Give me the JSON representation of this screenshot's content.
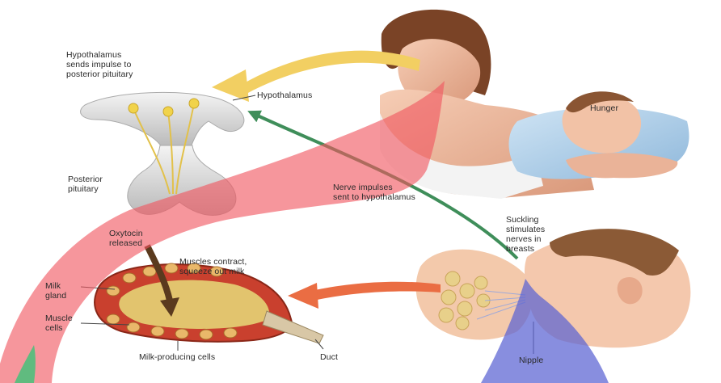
{
  "labels": {
    "hypothalamus_sends": "Hypothalamus\nsends impulse to\nposterior pituitary",
    "hypothalamus": "Hypothalamus",
    "hunger": "Hunger",
    "posterior_pituitary": "Posterior\npituitary",
    "nerve_impulses": "Nerve impulses\nsent to hypothalamus",
    "oxytocin_released": "Oxytocin\nreleased",
    "muscles_contract": "Muscles contract,\nsqueeze out milk",
    "suckling": "Suckling\nstimulates\nnerves in\nbreasts",
    "milk_gland": "Milk\ngland",
    "muscle_cells": "Muscle\ncells",
    "milk_producing_cells": "Milk-producing cells",
    "duct": "Duct",
    "nipple": "Nipple"
  },
  "colors": {
    "red_overlay": "#f0555f",
    "blue_overlay": "#5a63d2",
    "green_overlay": "#45c27a",
    "yellow_arrow": "#f2cf62",
    "green_arrow": "#3f8e5a",
    "orange_arrow": "#ea6d43"
  }
}
